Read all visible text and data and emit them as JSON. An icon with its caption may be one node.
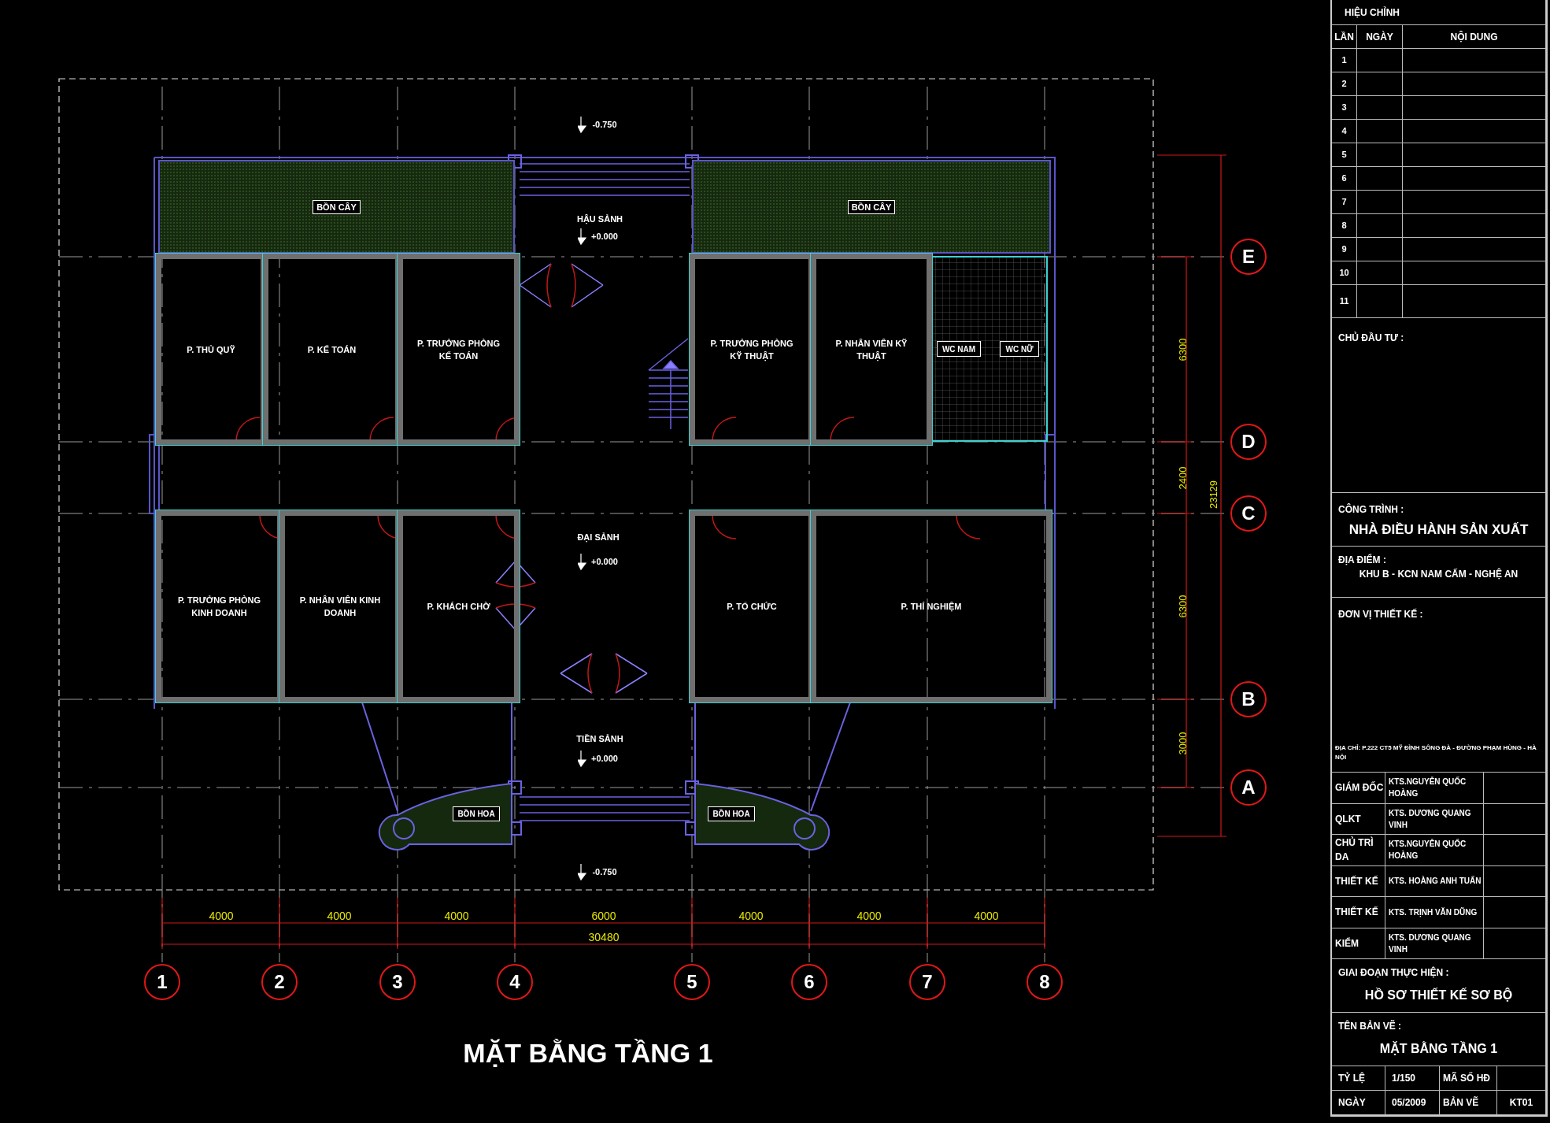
{
  "diagram": {
    "title": "MẶT BẰNG TẦNG 1",
    "nodes": [
      {
        "text": [
          "BỒN CÂY"
        ]
      },
      {
        "text": [
          "BỒN CÂY"
        ]
      },
      {
        "text": [
          "P. THỦ QUỸ"
        ]
      },
      {
        "text": [
          "P. KẾ TOÁN"
        ]
      },
      {
        "text": [
          "P. TRƯỞNG PHÒNG KẾ TOÁN"
        ]
      },
      {
        "text": [
          "P. TRƯỞNG PHÒNG KỸ THUẬT"
        ]
      },
      {
        "text": [
          "P. NHÂN VIÊN KỸ THUẬT"
        ]
      },
      {
        "text": [
          "WC NAM"
        ]
      },
      {
        "text": [
          "WC NỮ"
        ]
      },
      {
        "text": [
          "P. TRƯỞNG PHÒNG KINH DOANH"
        ]
      },
      {
        "text": [
          "P. NHÂN VIÊN KINH DOANH"
        ]
      },
      {
        "text": [
          "P. KHÁCH CHỜ"
        ]
      },
      {
        "text": [
          "P. TỔ CHỨC"
        ]
      },
      {
        "text": [
          "P. THÍ NGHIỆM"
        ]
      },
      {
        "text": [
          "BỒN HOA"
        ]
      },
      {
        "text": [
          "BỒN HOA"
        ]
      },
      {
        "text": [
          "E"
        ]
      },
      {
        "text": [
          "D"
        ]
      },
      {
        "text": [
          "C"
        ]
      },
      {
        "text": [
          "B"
        ]
      },
      {
        "text": [
          "A"
        ]
      },
      {
        "text": [
          "1"
        ]
      },
      {
        "text": [
          "2"
        ]
      },
      {
        "text": [
          "3"
        ]
      },
      {
        "text": [
          "4"
        ]
      },
      {
        "text": [
          "5"
        ]
      },
      {
        "text": [
          "6"
        ]
      },
      {
        "text": [
          "7"
        ]
      },
      {
        "text": [
          "8"
        ]
      }
    ],
    "labels": [
      "-0.750",
      "HẬU SẢNH",
      "+0.000",
      "ĐẠI SẢNH",
      "+0.000",
      "TIỀN SẢNH",
      "+0.000",
      "-0.750",
      "6300",
      "2400",
      "6300",
      "3000",
      "23129",
      "4000",
      "4000",
      "4000",
      "6000",
      "4000",
      "4000",
      "4000",
      "30480",
      "HIỆU CHỈNH",
      "LẦN",
      "NGÀY",
      "NỘI DUNG",
      "1",
      "2",
      "3",
      "4",
      "5",
      "6",
      "7",
      "8",
      "9",
      "10",
      "11",
      "CHỦ ĐẦU TƯ :",
      "CÔNG TRÌNH :",
      "NHÀ ĐIỀU HÀNH SẢN XUẤT",
      "ĐỊA ĐIỂM :",
      "KHU B - KCN NAM CẤM - NGHỆ AN",
      "ĐƠN VỊ THIẾT KẾ :",
      "ĐỊA CHỈ: P.222 CT5 MỸ ĐÌNH SÔNG ĐÀ - ĐƯỜNG PHẠM HÙNG - HÀ NỘI",
      "GIÁM ĐỐC",
      "KTS.NGUYỄN QUỐC HOÀNG",
      "QLKT",
      "KTS. DƯƠNG QUANG VINH",
      "CHỦ TRÌ DA",
      "KTS.NGUYỄN QUỐC HOÀNG",
      "THIẾT KẾ",
      "KTS. HOÀNG ANH TUẤN",
      "THIẾT KẾ",
      "KTS. TRỊNH VĂN DŨNG",
      "KIỂM",
      "KTS. DƯƠNG QUANG VINH",
      "GIAI ĐOẠN THỰC HIỆN :",
      "HỒ SƠ THIẾT KẾ SƠ BỘ",
      "TÊN BẢN VẼ :",
      "MẶT BẰNG TẦNG 1",
      "TỶ LỆ",
      "1/150",
      "MÃ SỐ HĐ",
      "NGÀY",
      "05/2009",
      "BẢN VẼ",
      "KT01"
    ]
  }
}
